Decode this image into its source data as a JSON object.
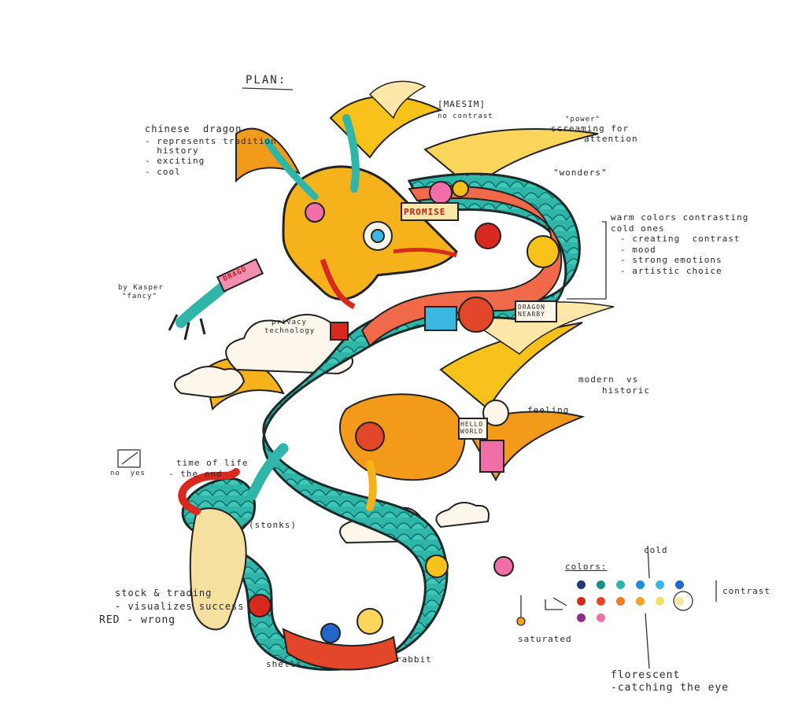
{
  "notes": {
    "plan": "PLAN:",
    "chinese_dragon": "chinese  dragon",
    "represents": "- represents tradition",
    "history": "  history",
    "exciting": "- exciting",
    "cool": "- cool",
    "inkstamp": "[MAESIM]",
    "by_contrast": "no contrast",
    "power": "\"power\"",
    "screaming": "screaming for",
    "attention": "attention",
    "wonders": "\"wonders\"",
    "warm1": "warm colors contrasting",
    "warm2": "cold ones",
    "warm3": "- creating  contrast",
    "warm4": "- mood",
    "warm5": "- strong emotions",
    "warm6": "- artistic choice",
    "by_kasper": "by Kasper",
    "fancy": "\"fancy\"",
    "privacy": "privacy",
    "technology": "technology",
    "modern": "modern  vs",
    "historic": "historic",
    "feeling": "feeling",
    "no_yes": "no  yes",
    "time_of_life": "time of life",
    "the_end": "- the end",
    "stonks": "(stonks)",
    "stock1": "stock & trading",
    "stock2": "- visualizes success",
    "stock3": "RED - wrong",
    "shells": "shells →",
    "rabbit": "rabbit",
    "colors": "colors:",
    "cold": "cold",
    "contrast": "contrast",
    "saturated": "saturated",
    "fluor1": "florescent",
    "fluor2": "-catching the eye"
  },
  "sign_text": {
    "promise": "PROMISE",
    "dragon_nearby": "DRAGON NEARBY",
    "hello_world": "HELLO WORLD",
    "dragon_tag": "DRAGO"
  },
  "palette": {
    "row1": [
      "#1f3a7a",
      "#1a8f8a",
      "#2fb6a8",
      "#1d8fd8",
      "#3ab7e0",
      "#2366c9"
    ],
    "row2": [
      "#d8291f",
      "#e2472a",
      "#f07a1e",
      "#f6a225",
      "#f3df61",
      "#f4e79a"
    ],
    "row3": [
      "#8a2e8c",
      "#f06fa6"
    ]
  },
  "colors_art": {
    "teal": "#2fb6a8",
    "teal_dark": "#12706c",
    "gold": "#f6b21a",
    "orange": "#ef7c1e",
    "red": "#d8291f",
    "pink": "#f28fb0",
    "cream": "#fdf2d6"
  }
}
